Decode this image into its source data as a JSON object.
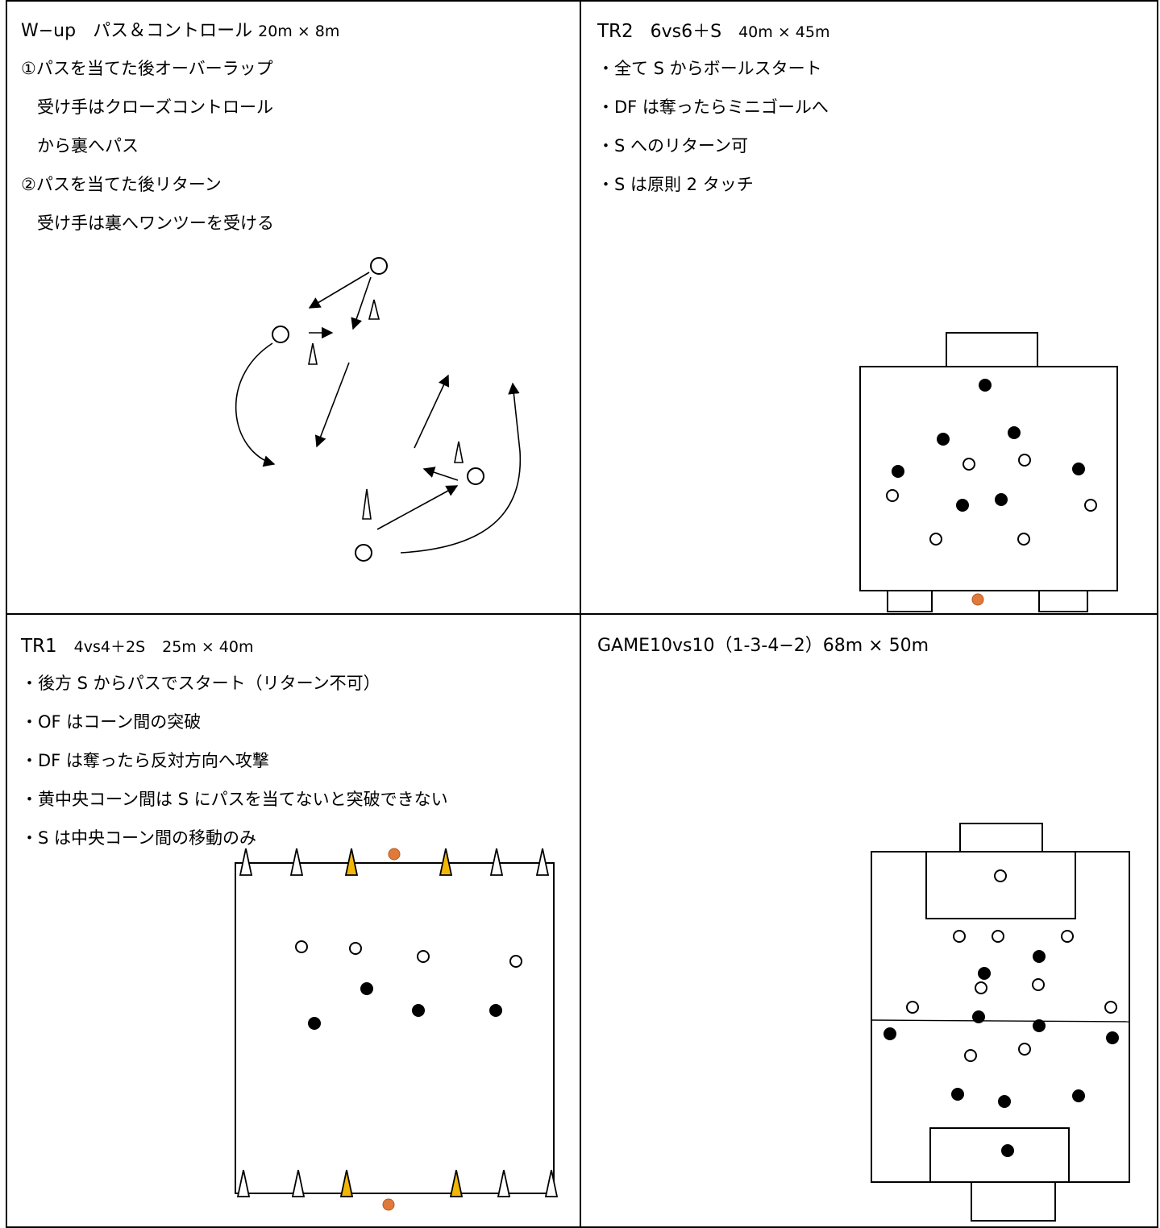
{
  "colors": {
    "line": "#000000",
    "ball": "#E07A3A",
    "cone_yellow": "#F2B705",
    "background": "#ffffff"
  },
  "wup": {
    "title_a": "W−up",
    "title_b": "パス＆コントロール",
    "title_c": "20m × 8m",
    "lines": [
      "①パスを当てた後オーバーラップ",
      "受け手はクローズコントロール",
      "から裏へパス",
      "②パスを当てた後リターン",
      "受け手は裏へワンツーを受ける"
    ]
  },
  "tr2": {
    "title_a": "TR2",
    "title_b": "6vs6＋S",
    "title_c": "40m × 45m",
    "lines": [
      "・全て S からボールスタート",
      "・DF は奪ったらミニゴールへ",
      "・S へのリターン可",
      "・S は原則 2 タッチ"
    ]
  },
  "tr1": {
    "title_a": "TR1",
    "title_b": "4vs4＋2S",
    "title_c": "25m × 40m",
    "lines": [
      "・後方 S からパスでスタート（リターン不可）",
      "・OF はコーン間の突破",
      "・DF は奪ったら反対方向へ攻撃",
      "・黄中央コーン間は S にパスを当てないと突破できない",
      "・S は中央コーン間の移動のみ"
    ]
  },
  "game": {
    "title": "GAME10vs10（1-3-4−2）68m × 50m"
  }
}
